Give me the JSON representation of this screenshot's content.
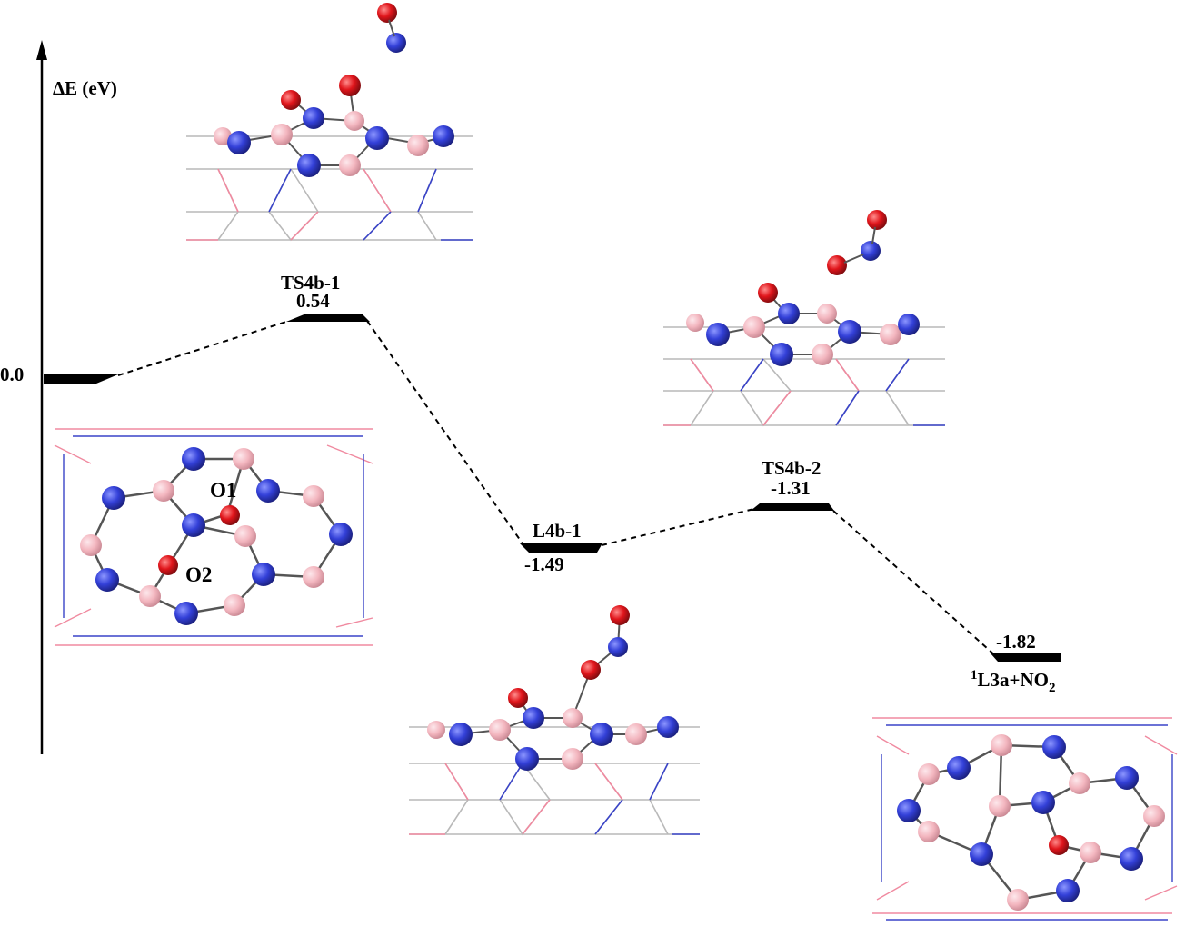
{
  "axis": {
    "label": "ΔE (eV)",
    "zero_label": "0.0"
  },
  "states": [
    {
      "key": "start",
      "name": "",
      "energy": ""
    },
    {
      "key": "ts1",
      "name": "TS4b-1",
      "energy": "0.54"
    },
    {
      "key": "l1",
      "name": "L4b-1",
      "energy": "-1.49"
    },
    {
      "key": "ts2",
      "name": "TS4b-2",
      "energy": "-1.31"
    },
    {
      "key": "final",
      "name_sup": "1",
      "name_main": "L3a+NO",
      "name_sub": "2",
      "energy": "-1.82"
    }
  ],
  "atom_labels": {
    "o1": "O1",
    "o2": "O2"
  },
  "colors": {
    "boron": "#f3b6bf",
    "nitrogen": "#3340d8",
    "oxygen": "#e0151b",
    "wire_b": "#f08aa0",
    "wire_n": "#3a44c8",
    "wire_gray": "#b9b9b9",
    "level": "#000000"
  }
}
